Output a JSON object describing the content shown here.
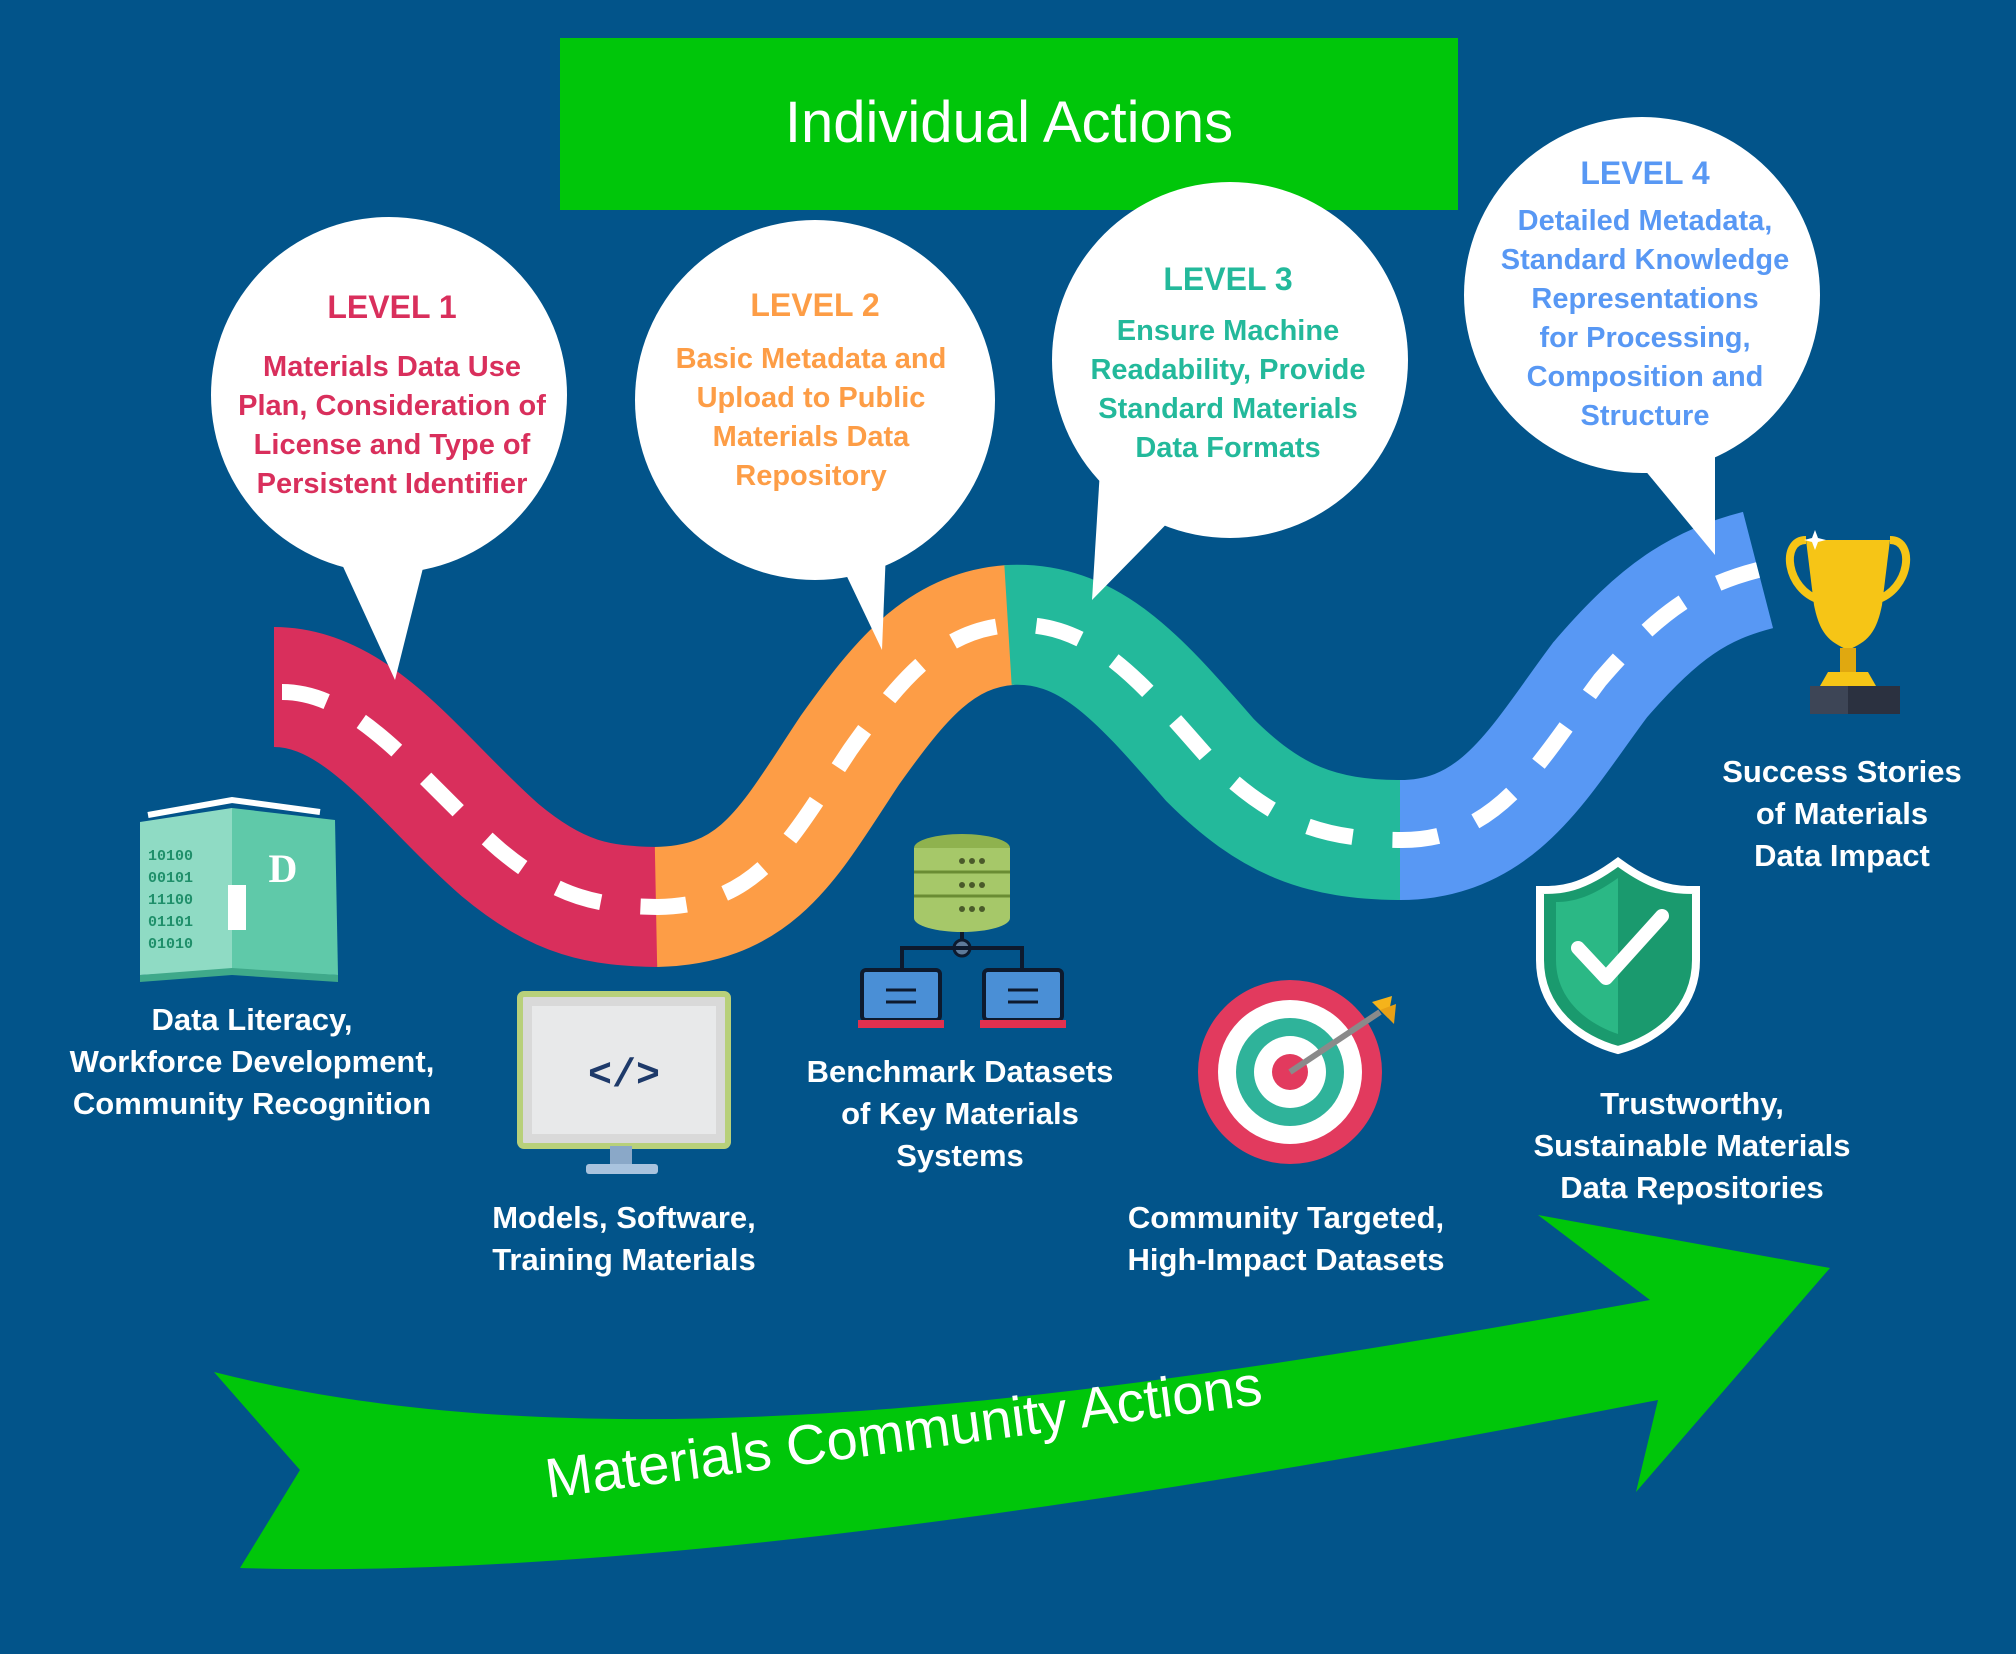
{
  "header": {
    "title": "Individual Actions"
  },
  "footer_arrow": {
    "label": "Materials Community Actions"
  },
  "colors": {
    "background": "#02548a",
    "green": "#00c60a",
    "level1": "#d92f5c",
    "level2": "#fd9d46",
    "level3": "#23b99b",
    "level4": "#5898f4"
  },
  "levels": [
    {
      "title": "LEVEL 1",
      "lines": [
        "Materials Data Use",
        "Plan, Consideration of",
        "License and Type of",
        "Persistent Identifier"
      ]
    },
    {
      "title": "LEVEL 2",
      "lines": [
        "Basic Metadata and",
        "Upload to Public",
        "Materials Data",
        "Repository"
      ]
    },
    {
      "title": "LEVEL 3",
      "lines": [
        "Ensure Machine",
        "Readability, Provide",
        "Standard  Materials",
        "Data Formats"
      ]
    },
    {
      "title": "LEVEL 4",
      "lines": [
        "Detailed Metadata,",
        "Standard Knowledge",
        "Representations",
        "for Processing,",
        "Composition and",
        "Structure"
      ]
    }
  ],
  "outcomes": {
    "data_literacy": [
      "Data Literacy,",
      "Workforce Development,",
      "Community Recognition"
    ],
    "models": [
      "Models, Software,",
      "Training Materials"
    ],
    "benchmark": [
      "Benchmark Datasets",
      "of Key Materials",
      "Systems"
    ],
    "community": [
      "Community Targeted,",
      "High-Impact Datasets"
    ],
    "trustworthy": [
      "Trustworthy,",
      "Sustainable Materials",
      "Data Repositories"
    ],
    "success": [
      "Success Stories",
      "of Materials",
      "Data Impact"
    ]
  },
  "icons": {
    "book": "data-book-icon",
    "book_letter": "D",
    "book_binary": [
      "10100",
      "00101",
      "11100",
      "01101",
      "01010"
    ],
    "monitor": "code-monitor-icon",
    "monitor_code": "</>",
    "database": "database-network-icon",
    "target": "target-icon",
    "shield": "shield-check-icon",
    "trophy": "trophy-icon"
  }
}
